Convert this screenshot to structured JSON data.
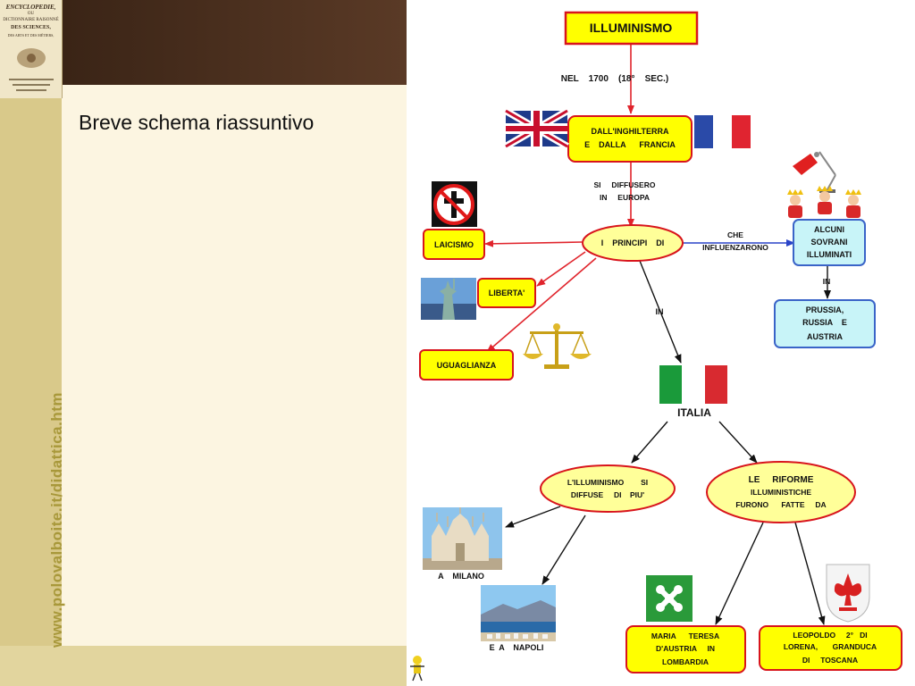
{
  "slide": {
    "title": "Breve schema riassuntivo",
    "url": "www.polovalboite.it/didattica.htm",
    "book": [
      "ENCYCLOPEDIE,",
      "OU",
      "DICTIONNAIRE RAISONNÉ",
      "DES SCIENCES,",
      "DES ARTS ET DES MÉTIERS,"
    ]
  },
  "diagram": {
    "root": "ILLUMINISMO",
    "edge_time": "NEL    1700    (18°    SEC.)",
    "origin": [
      "DALL'INGHILTERRA",
      "E    DALLA      FRANCIA"
    ],
    "edge_spread": [
      "SI     DIFFUSERO",
      "IN     EUROPA"
    ],
    "principles": "I    PRINCIPI    DI",
    "laicismo": "LAICISMO",
    "liberta": "LIBERTA'",
    "uguaglianza": "UGUAGLIANZA",
    "edge_influence": [
      "CHE",
      "INFLUENZARONO"
    ],
    "sovrani": [
      "ALCUNI",
      "SOVRANI",
      "ILLUMINATI"
    ],
    "edge_in_1": "IN",
    "stati": [
      "PRUSSIA,",
      "RUSSIA    E",
      "AUSTRIA"
    ],
    "edge_in_2": "IN",
    "italia": "ITALIA",
    "diffuse": [
      "L'ILLUMINISMO        SI",
      "DIFFUSE     DI    PIU'"
    ],
    "riforme": [
      "LE     RIFORME",
      "ILLUMINISTICHE",
      "FURONO      FATTE     DA"
    ],
    "milano": "A    MILANO",
    "napoli": "E  A    NAPOLI",
    "maria": [
      "MARIA      TERESA",
      "D'AUSTRIA     IN",
      "LOMBARDIA"
    ],
    "leopoldo": [
      "LEOPOLDO     2°   DI",
      "LORENA,       GRANDUCA",
      "DI     TOSCANA"
    ]
  },
  "colors": {
    "node_fill": "#ffff00",
    "node_border": "#d8141c",
    "arrow_red": "#e0242c",
    "arrow_blue": "#2a44c8",
    "blue_node_fill": "#c8f4f8",
    "blue_node_border": "#3a64c8"
  }
}
